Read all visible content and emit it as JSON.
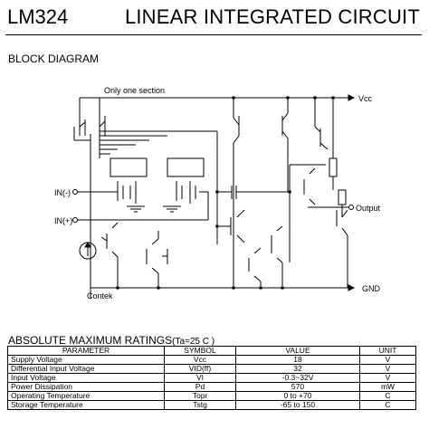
{
  "header": {
    "part_number": "LM324",
    "doc_title": "LINEAR INTEGRATED CIRCUIT"
  },
  "block_diagram": {
    "title": "BLOCK DIAGRAM",
    "labels": {
      "only_section": "Only one section",
      "vcc": "Vcc",
      "in_minus": "IN(-)",
      "in_plus": "IN(+)",
      "output": "Output",
      "gnd": "GND",
      "contek": "Contek"
    }
  },
  "ratings": {
    "title": "ABSOLUTE MAXIMUM RATINGS",
    "condition": "(Ta=25 C )",
    "columns": [
      "PARAMETER",
      "SYMBOL",
      "VALUE",
      "UNIT"
    ],
    "rows": [
      [
        "Supply Voltage",
        "Vcc",
        "18",
        "V"
      ],
      [
        "Differential Input Voltage",
        "VID(ff)",
        "32",
        "V"
      ],
      [
        "Input Voltage",
        "VI",
        "-0.3~32V",
        "V"
      ],
      [
        "Power Dissipation",
        "Pd",
        "570",
        "mW"
      ],
      [
        "Operating Temperature",
        "Topr",
        "0 to +70",
        "C"
      ],
      [
        "Storage Temperature",
        "Tstg",
        "-65 to 150",
        "C"
      ]
    ]
  }
}
